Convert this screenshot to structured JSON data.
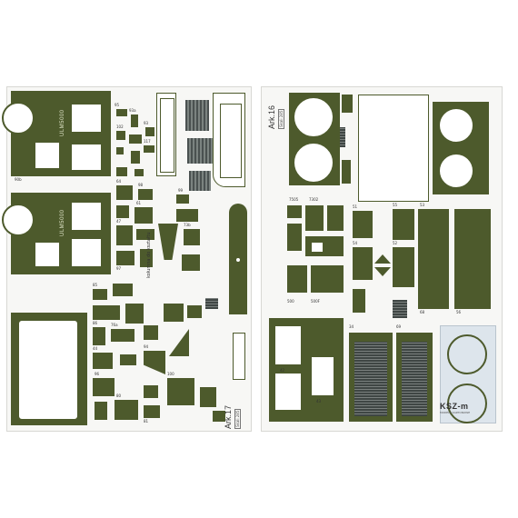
{
  "sheets": {
    "left": {
      "title": "Ark.17",
      "code": "Skali 285",
      "stamps": [
        "ULM5000",
        "ULM5000"
      ],
      "parts_note": "kolumna do kształtu"
    },
    "right": {
      "title": "Ark.16",
      "code": "Skali 285",
      "logo": {
        "mark": "KSZ-m",
        "sub": "MODELE KARTONOWE"
      }
    }
  },
  "part_numbers": {
    "left": [
      "90b",
      "95",
      "93a",
      "93",
      "102",
      "117",
      "64",
      "98",
      "99",
      "47",
      "61",
      "73b",
      "97",
      "85",
      "86",
      "76a",
      "44",
      "94",
      "96",
      "100",
      "80",
      "81"
    ],
    "right": [
      "7505",
      "7302",
      "51",
      "54",
      "55",
      "52",
      "53",
      "500",
      "500F",
      "43",
      "42",
      "34",
      "56",
      "68",
      "69"
    ]
  },
  "colors": {
    "olive": "#4d5a2c",
    "paper": "#f7f7f5",
    "grille_dark": "#4a5150",
    "panel_blue": "#dde5ec"
  }
}
